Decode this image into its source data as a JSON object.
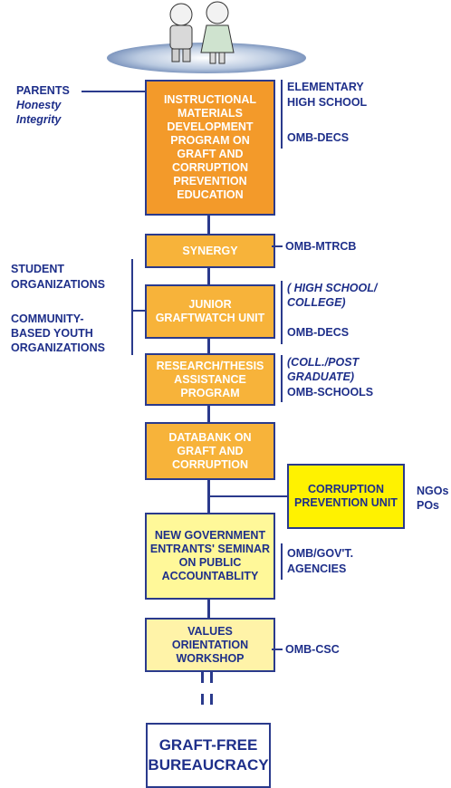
{
  "boxes": {
    "imdp": "INSTRUCTIONAL MATERIALS DEVELOPMENT PROGRAM ON GRAFT AND CORRUPTION PREVENTION EDUCATION",
    "synergy": "SYNERGY",
    "jgu": "JUNIOR GRAFTWATCH UNIT",
    "research": "RESEARCH/THESIS ASSISTANCE PROGRAM",
    "databank": "DATABANK ON GRAFT AND CORRUPTION",
    "cpu": "CORRUPTION PREVENTION UNIT",
    "ngentrants": "NEW GOVERNMENT ENTRANTS' SEMINAR ON PUBLIC ACCOUNTABLITY",
    "values": "VALUES ORIENTATION WORKSHOP",
    "graftfree": "GRAFT-FREE BUREAUCRACY"
  },
  "labels": {
    "parents": "PARENTS",
    "honesty": "Honesty",
    "integrity": "Integrity",
    "elementary": "ELEMENTARY",
    "highschool": "HIGH SCHOOL",
    "omb_decs_1": "OMB-DECS",
    "omb_mtrcb": "OMB-MTRCB",
    "student_org_1": "STUDENT",
    "student_org_2": "ORGANIZATIONS",
    "community_1": "COMMUNITY-",
    "community_2": "BASED YOUTH",
    "community_3": "ORGANIZATIONS",
    "hs_college_1": "( HIGH SCHOOL/",
    "hs_college_2": "COLLEGE)",
    "omb_decs_2": "OMB-DECS",
    "coll_post_1": "(COLL./POST",
    "coll_post_2": "GRADUATE)",
    "omb_schools": "OMB-SCHOOLS",
    "ngos": "NGOs",
    "pos": "POs",
    "omb_govt_1": "OMB/GOV'T.",
    "omb_govt_2": "AGENCIES",
    "omb_csc": "OMB-CSC"
  },
  "colors": {
    "line": "#2a3a8c",
    "text": "#1e2f8a",
    "orange_dark": "#f39a2a",
    "orange": "#f7b33a",
    "yellow_bright": "#fff200",
    "yellow_pale": "#fff899"
  },
  "icons": {
    "top_illustration": "children-on-globe-illustration"
  }
}
